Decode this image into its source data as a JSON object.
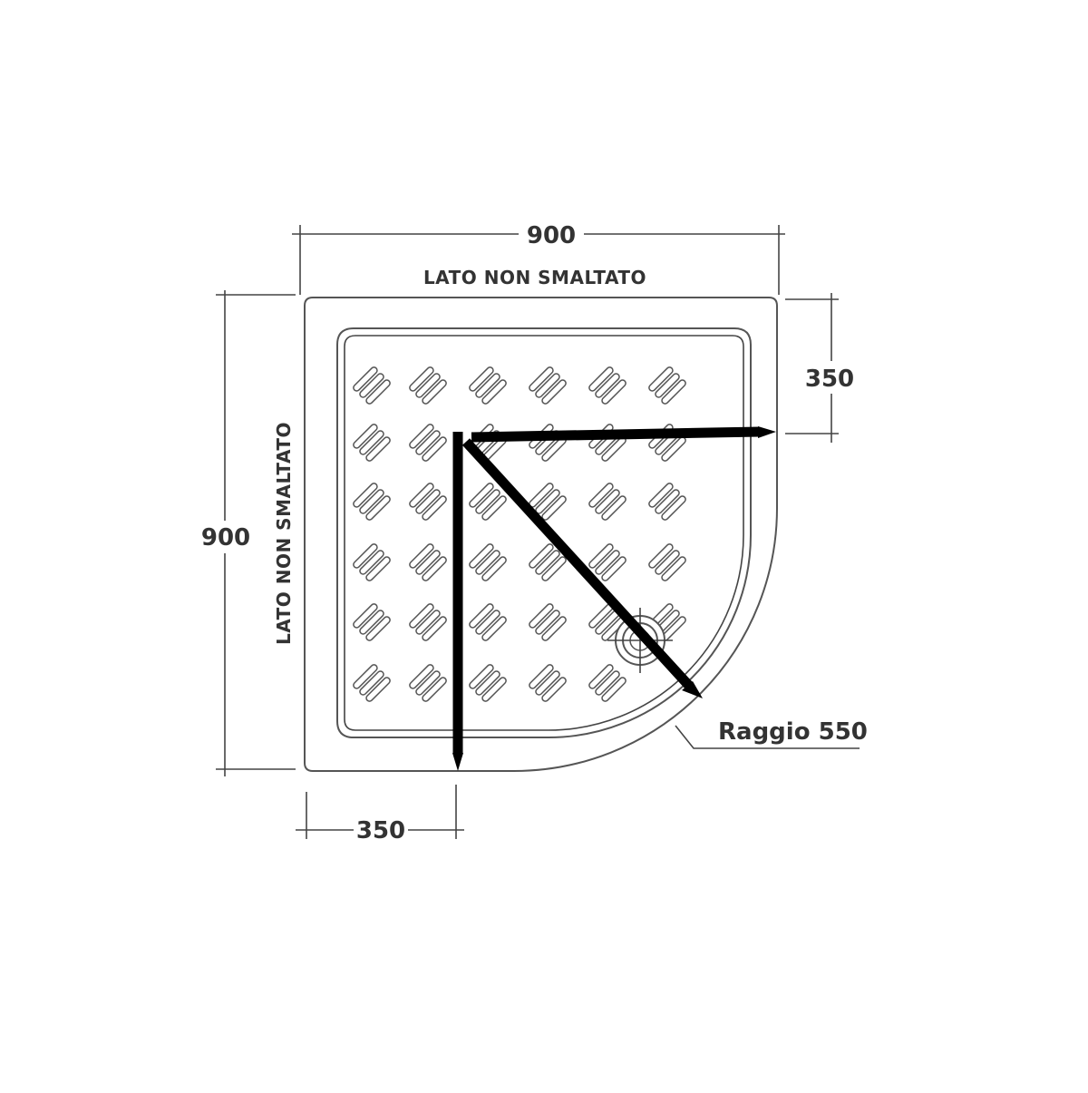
{
  "dimensions": {
    "top_width": "900",
    "left_height": "900",
    "right_offset": "350",
    "bottom_offset": "350",
    "radius_label": "Raggio 550"
  },
  "sides": {
    "top": "LATO NON SMALTATO",
    "left": "LATO NON SMALTATO"
  }
}
